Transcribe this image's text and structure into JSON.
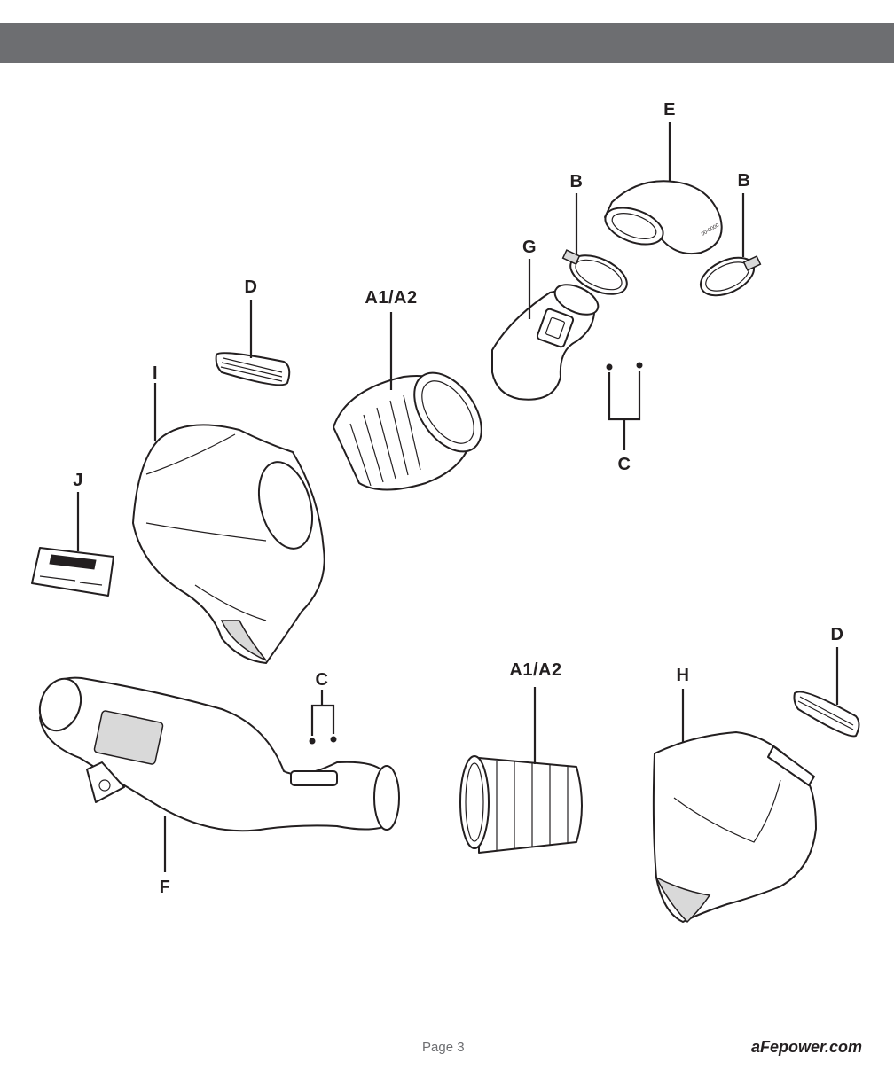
{
  "header": {
    "color": "#6d6e71"
  },
  "callouts": {
    "e": "E",
    "b_left": "B",
    "b_right": "B",
    "g": "G",
    "d_top": "D",
    "a_top": "A1/A2",
    "i": "I",
    "c_top": "C",
    "j": "J",
    "c_bottom": "C",
    "a_bottom": "A1/A2",
    "h": "H",
    "d_bottom": "D",
    "f": "F"
  },
  "footer": {
    "page": "Page 3",
    "website": "aFepower.com"
  }
}
